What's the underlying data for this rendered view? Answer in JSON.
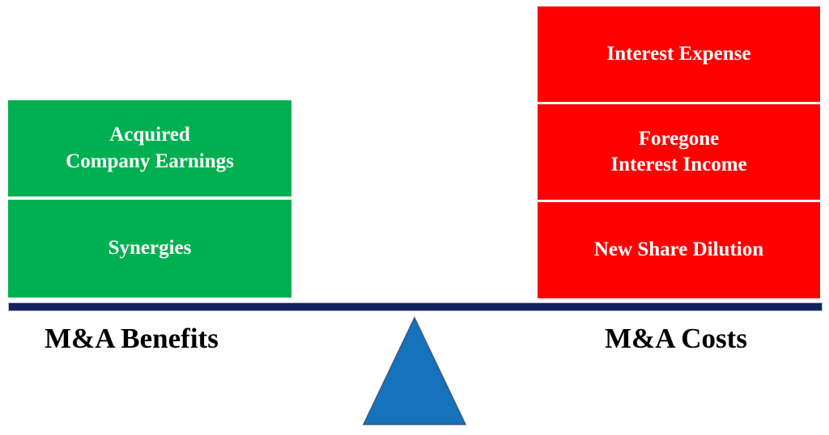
{
  "diagram": {
    "benefits": {
      "label": "M&A Benefits",
      "items": [
        {
          "text": "Acquired\nCompany Earnings"
        },
        {
          "text": "Synergies"
        }
      ]
    },
    "costs": {
      "label": "M&A Costs",
      "items": [
        {
          "text": "Interest Expense"
        },
        {
          "text": "Foregone\nInterest Income"
        },
        {
          "text": "New Share Dilution"
        }
      ]
    },
    "fulcrum_icon": "triangle-up"
  },
  "colors": {
    "benefit_green": "#00B050",
    "cost_red": "#FF0000",
    "beam_navy": "#14245C",
    "fulcrum_blue": "#1572BB",
    "box_text": "#FFFFFF",
    "label_text": "#000000",
    "background": "#FFFFFF"
  }
}
